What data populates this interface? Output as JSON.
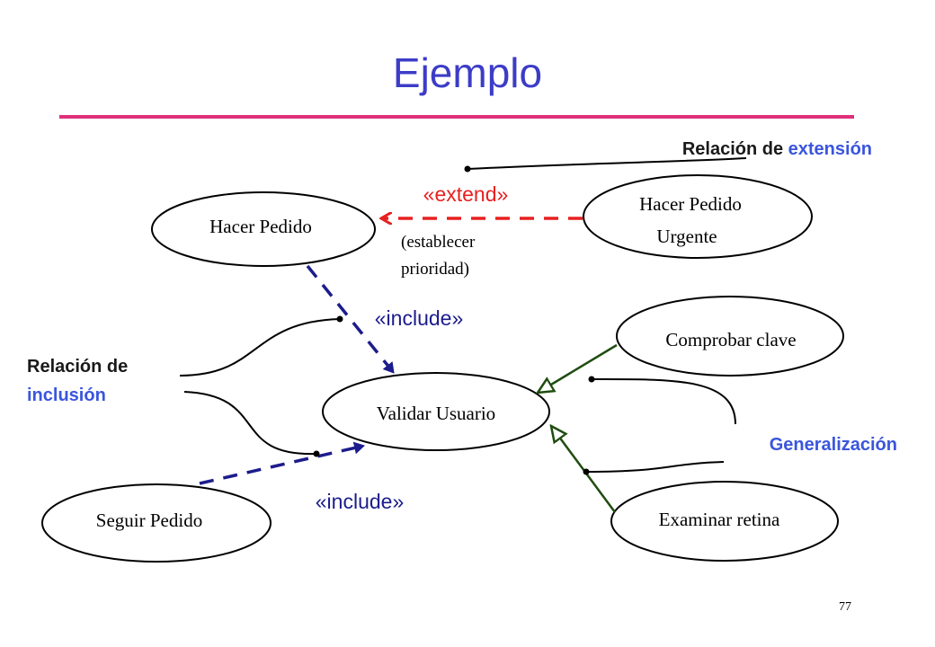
{
  "slide": {
    "title": "Ejemplo",
    "page_number": "77"
  },
  "colors": {
    "title": "#3c3cc8",
    "rule": "#e0307a",
    "label_dark": "#1a1a1a",
    "label_blue": "#3a55dd",
    "extend": "#e82020",
    "include": "#1c1c8c",
    "generalization": "#1f4d10",
    "ellipse_stroke": "#000000"
  },
  "use_cases": {
    "hacer_pedido": "Hacer Pedido",
    "hacer_pedido_urgente_line1": "Hacer Pedido",
    "hacer_pedido_urgente_line2": "Urgente",
    "validar_usuario": "Validar Usuario",
    "seguir_pedido": "Seguir Pedido",
    "comprobar_clave": "Comprobar clave",
    "examinar_retina": "Examinar retina"
  },
  "relations": {
    "extend_stereotype": "«extend»",
    "extend_condition_line1": "(establecer",
    "extend_condition_line2": "prioridad)",
    "include_stereotype_top": "«include»",
    "include_stereotype_bottom": "«include»"
  },
  "annotations": {
    "extension_prefix": "Relación de ",
    "extension_word": "extensión",
    "inclusion_line1": "Relación de",
    "inclusion_line2": "inclusión",
    "generalization": "Generalización"
  }
}
